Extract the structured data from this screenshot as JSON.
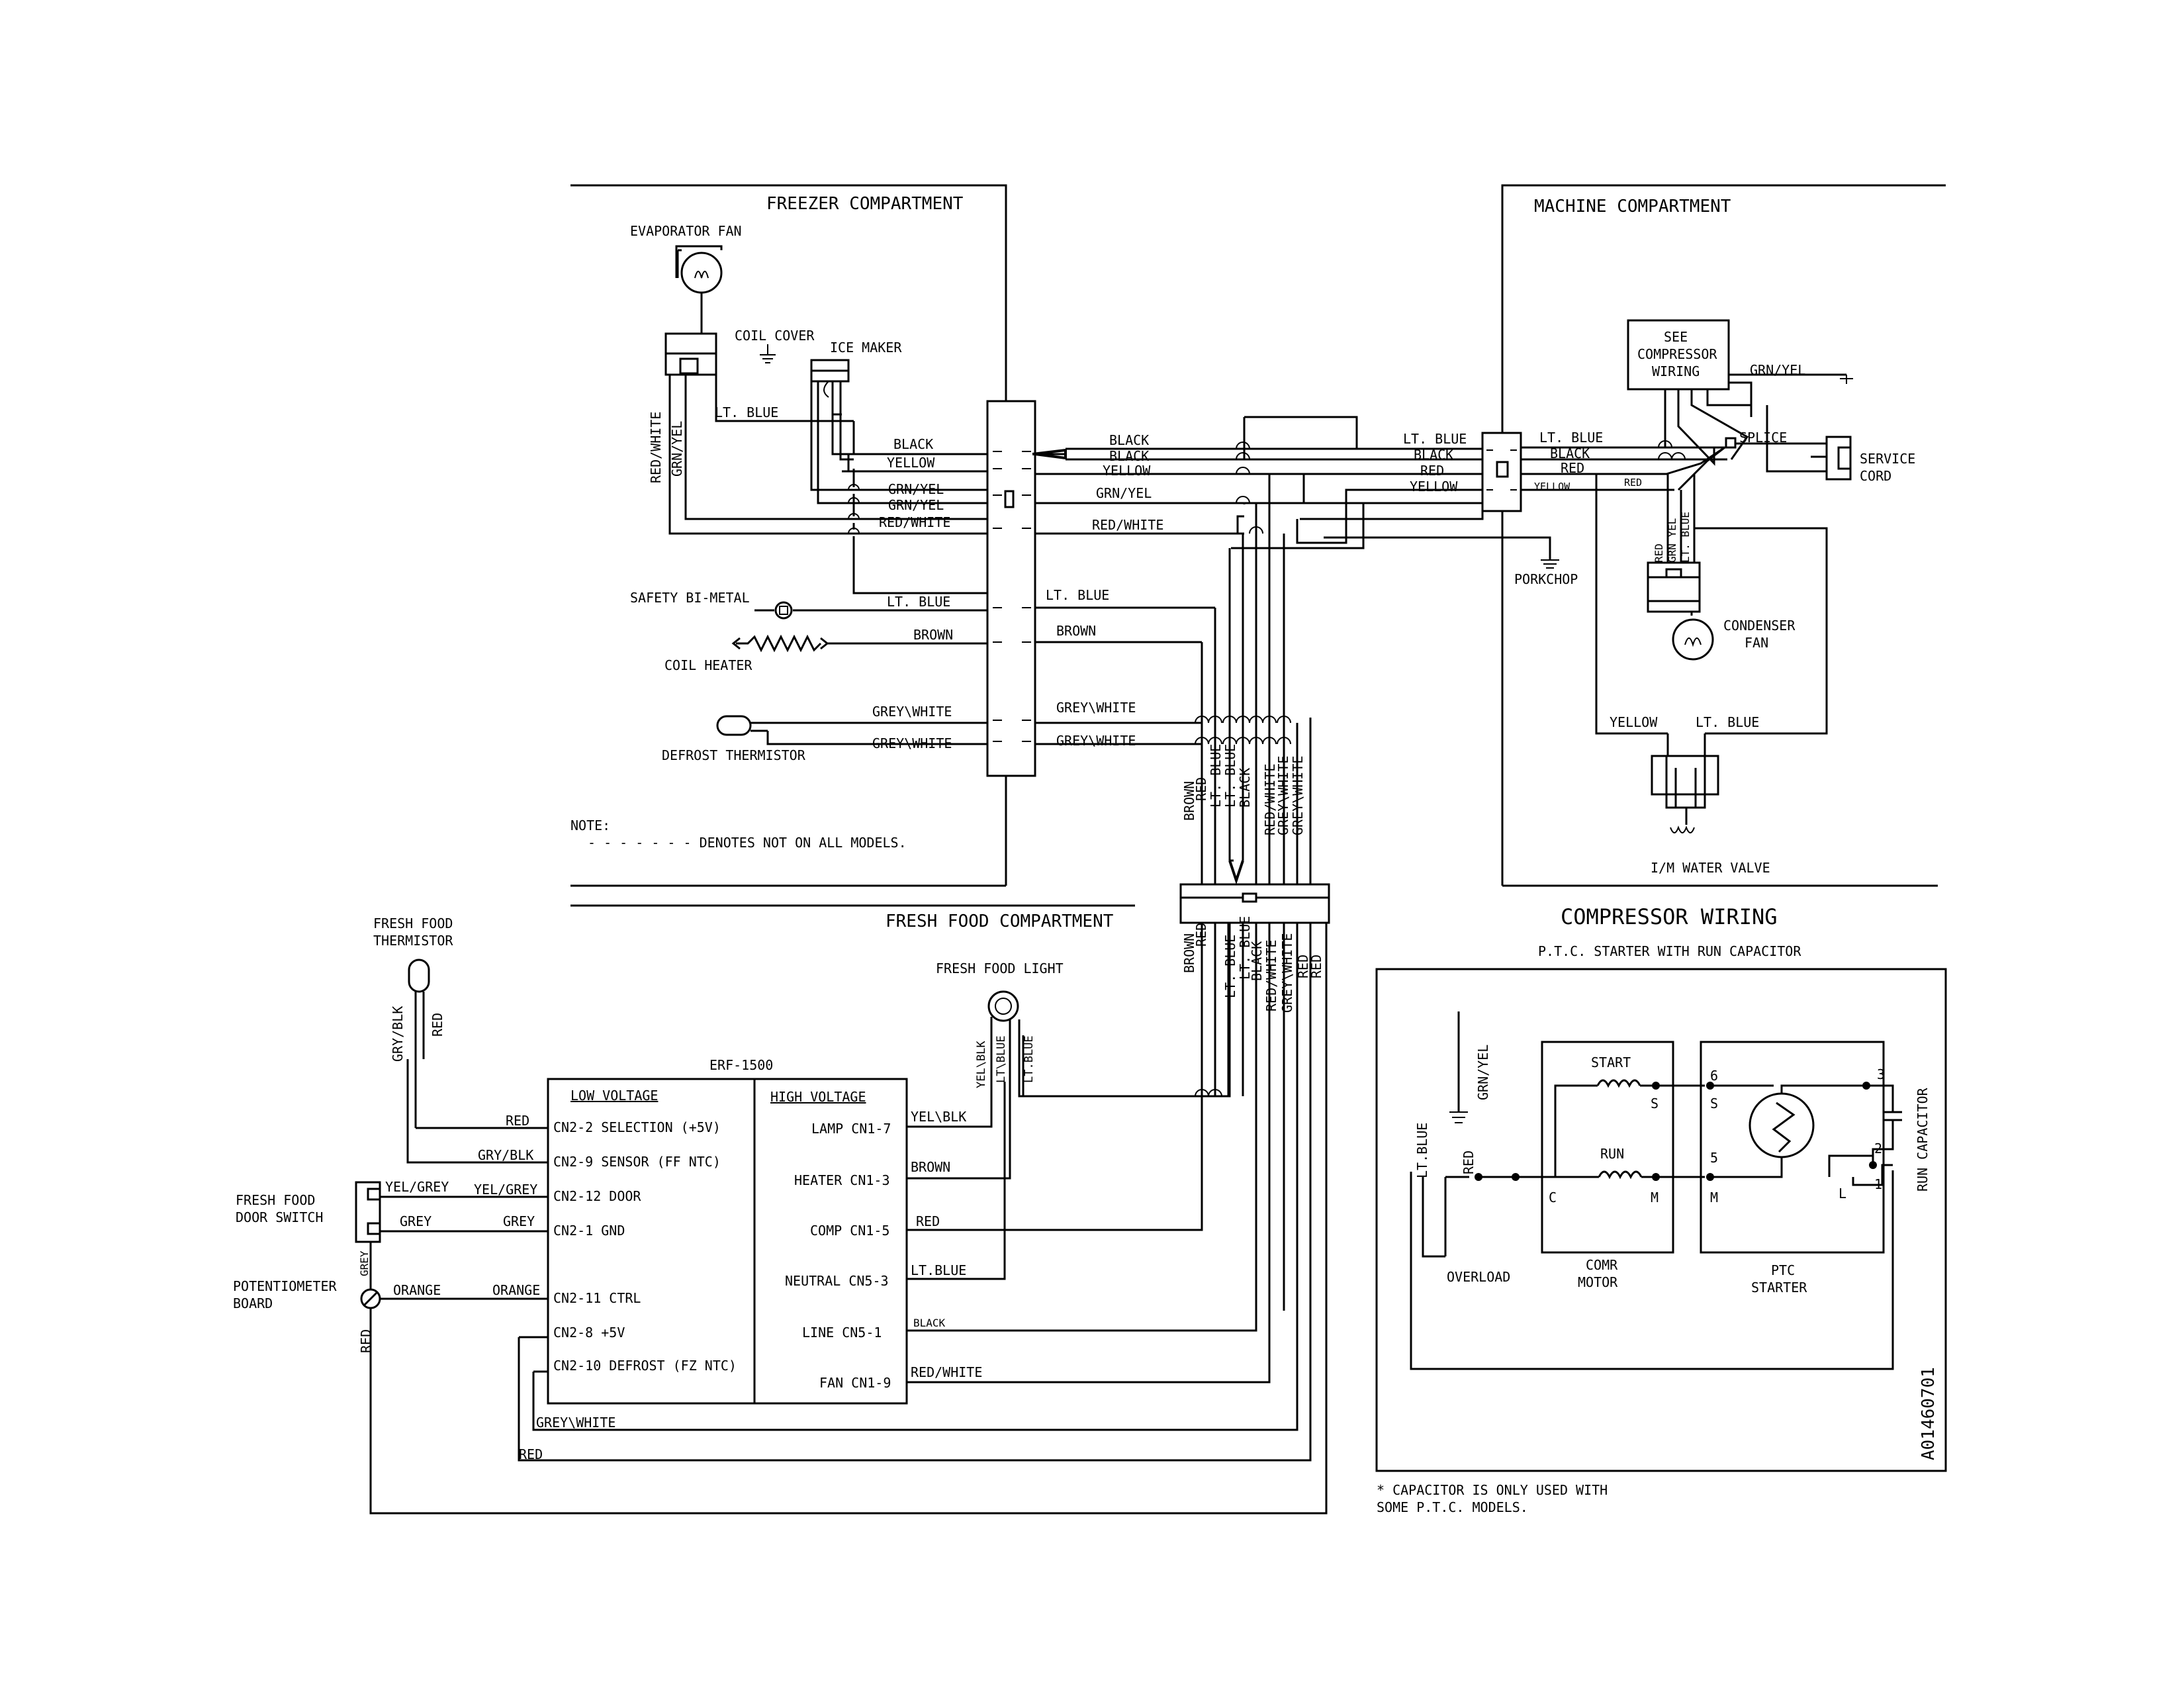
{
  "compartments": {
    "freezer": "FREEZER COMPARTMENT",
    "machine": "MACHINE COMPARTMENT",
    "fresh_food": "FRESH FOOD COMPARTMENT",
    "compressor_wiring": "COMPRESSOR WIRING"
  },
  "compressor_subtitle": "P.T.C. STARTER WITH RUN CAPACITOR",
  "components": {
    "evaporator_fan": "EVAPORATOR FAN",
    "coil_cover": "COIL COVER",
    "ice_maker": "ICE MAKER",
    "safety_bimetal": "SAFETY BI-METAL",
    "coil_heater": "COIL HEATER",
    "defrost_thermistor": "DEFROST THERMISTOR",
    "see_compressor_wiring": [
      "SEE",
      "COMPRESSOR",
      "WIRING"
    ],
    "splice": "SPLICE",
    "service_cord": [
      "SERVICE",
      "CORD"
    ],
    "porkchop": "PORKCHOP",
    "condenser_fan": [
      "CONDENSER",
      "FAN"
    ],
    "im_water_valve": "I/M WATER VALVE",
    "fresh_food_thermistor": [
      "FRESH FOOD",
      "THERMISTOR"
    ],
    "fresh_food_light": "FRESH FOOD LIGHT",
    "fresh_food_door_switch": [
      "FRESH FOOD",
      "DOOR SWITCH"
    ],
    "potentiometer_board": [
      "POTENTIOMETER",
      "BOARD"
    ],
    "erf": "ERF-1500"
  },
  "note": {
    "title": "NOTE:",
    "text": "- - - - - - - DENOTES NOT ON ALL MODELS."
  },
  "board": {
    "low_voltage": "LOW VOLTAGE",
    "high_voltage": "HIGH VOLTAGE",
    "low_pins": [
      "CN2-2 SELECTION (+5V)",
      "CN2-9 SENSOR (FF NTC)",
      "CN2-12 DOOR",
      "CN2-1 GND",
      "CN2-11 CTRL",
      "CN2-8 +5V",
      "CN2-10 DEFROST (FZ NTC)"
    ],
    "high_pins": [
      "LAMP CN1-7",
      "HEATER CN1-3",
      "COMP CN1-5",
      "NEUTRAL CN5-3",
      "LINE CN5-1",
      "FAN CN1-9"
    ]
  },
  "wires": {
    "lt_blue": "LT. BLUE",
    "black": "BLACK",
    "yellow": "YELLOW",
    "grn_yel": "GRN/YEL",
    "red_white": "RED/WHITE",
    "red": "RED",
    "brown": "BROWN",
    "grey_white": "GREY\\WHITE",
    "grey_white_lc": "GREY\\WHITE",
    "gry_blk": "GRY/BLK",
    "yel_grey": "YEL/GREY",
    "grey": "GREY",
    "orange": "ORANGE",
    "yel_blk": "YEL\\BLK",
    "lt_blue_short": "LT.BLUE",
    "lt_blue_slash": "LT\\BLUE",
    "grn_yel_space": "GRN YEL",
    "lt_space_blue": "LT. BLUE"
  },
  "compressor": {
    "start": "START",
    "run": "RUN",
    "s": "S",
    "c": "C",
    "m": "M",
    "l": "L",
    "six": "6",
    "five": "5",
    "three": "3",
    "two": "2",
    "one": "1",
    "overload": "OVERLOAD",
    "comr_motor": [
      "COMR",
      "MOTOR"
    ],
    "ptc_starter": [
      "PTC",
      "STARTER"
    ],
    "run_capacitor": "RUN CAPACITOR",
    "lt_blue": "LT.BLUE",
    "grn_yel": "GRN/YEL",
    "red": "RED"
  },
  "footnote": [
    "* CAPACITOR IS ONLY USED WITH",
    "SOME P.T.C. MODELS."
  ],
  "doc_code": "A01460701"
}
